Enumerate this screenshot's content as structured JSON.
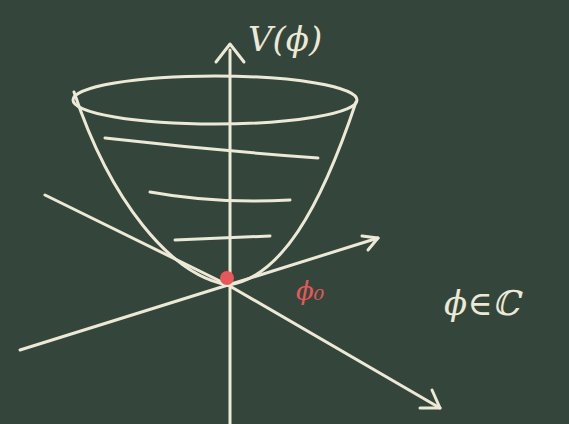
{
  "diagram": {
    "labels": [
      "V(ϕ)",
      "ϕ₀",
      "ϕ∈ℂ"
    ]
  }
}
